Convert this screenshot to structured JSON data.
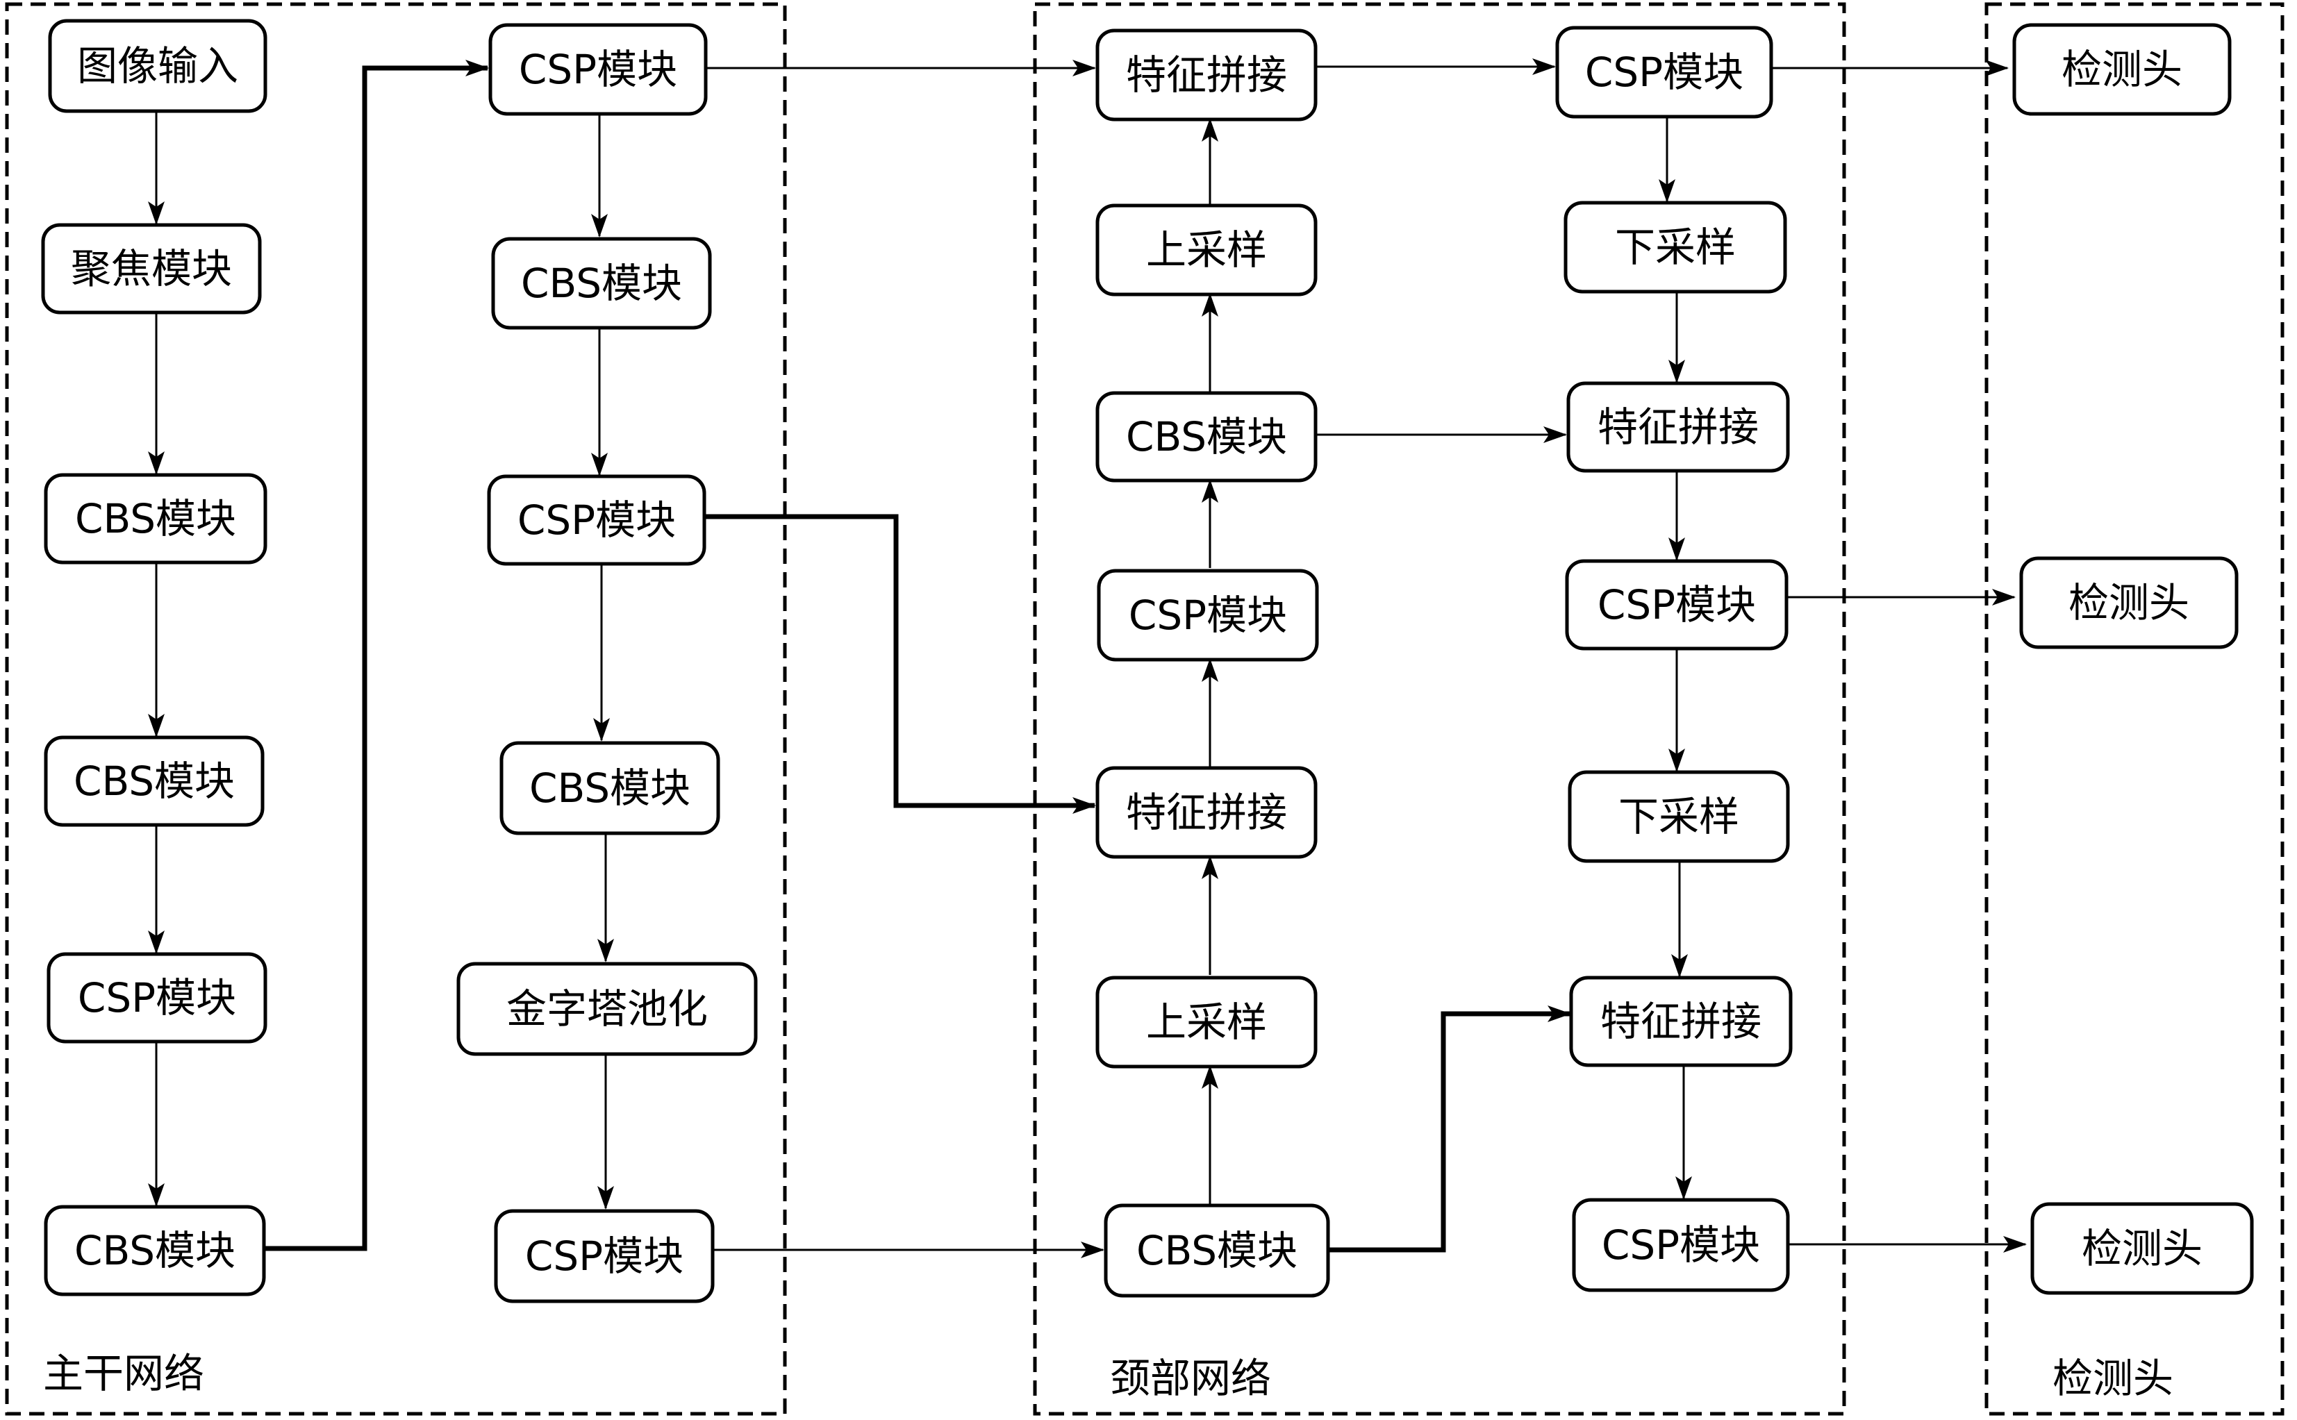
{
  "groups": {
    "backbone": "主干网络",
    "neck": "颈部网络",
    "head": "检测头"
  },
  "nodes": {
    "img_input": "图像输入",
    "focus": "聚焦模块",
    "b_cbs1": "CBS模块",
    "b_cbs2": "CBS模块",
    "b_csp1": "CSP模块",
    "b_cbs3": "CBS模块",
    "b_csp2": "CSP模块",
    "b_cbs4": "CBS模块",
    "b_csp3": "CSP模块",
    "b_cbs5": "CBS模块",
    "spp": "金字塔池化",
    "b_csp4": "CSP模块",
    "n1_concat1": "特征拼接",
    "n1_up1": "上采样",
    "n1_cbs1": "CBS模块",
    "n1_csp1": "CSP模块",
    "n1_concat2": "特征拼接",
    "n1_up2": "上采样",
    "n1_cbs2": "CBS模块",
    "n2_csp1": "CSP模块",
    "n2_down1": "下采样",
    "n2_concat1": "特征拼接",
    "n2_csp2": "CSP模块",
    "n2_down2": "下采样",
    "n2_concat2": "特征拼接",
    "n2_csp3": "CSP模块",
    "head1": "检测头",
    "head2": "检测头",
    "head3": "检测头"
  }
}
